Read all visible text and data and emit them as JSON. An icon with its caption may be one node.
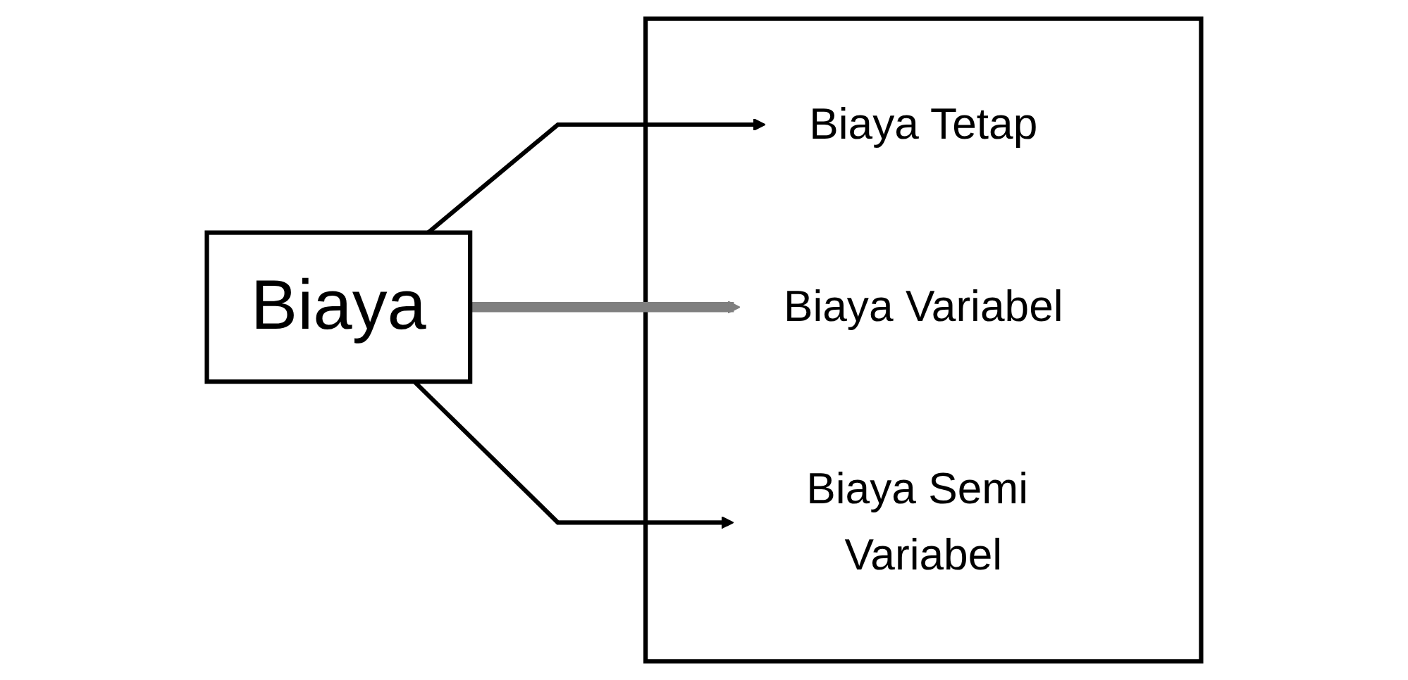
{
  "diagram": {
    "nodes": [
      {
        "text": [
          "Biaya"
        ]
      },
      {
        "text": [],
        "shape": "box"
      },
      {
        "text": [
          "Biaya Tetap"
        ],
        "in": 1
      },
      {
        "text": [
          "Biaya Variabel"
        ],
        "in": 1
      },
      {
        "text": [
          "Biaya Semi Variabel"
        ],
        "in": 1
      }
    ],
    "edges": [
      {
        "from": 0,
        "to": 2,
        "arrow": "to"
      },
      {
        "from": 0,
        "to": 3,
        "arrow": "to",
        "style": "thick",
        "color": "#7f7f7f"
      },
      {
        "from": 0,
        "to": 4,
        "arrow": "to"
      }
    ]
  }
}
